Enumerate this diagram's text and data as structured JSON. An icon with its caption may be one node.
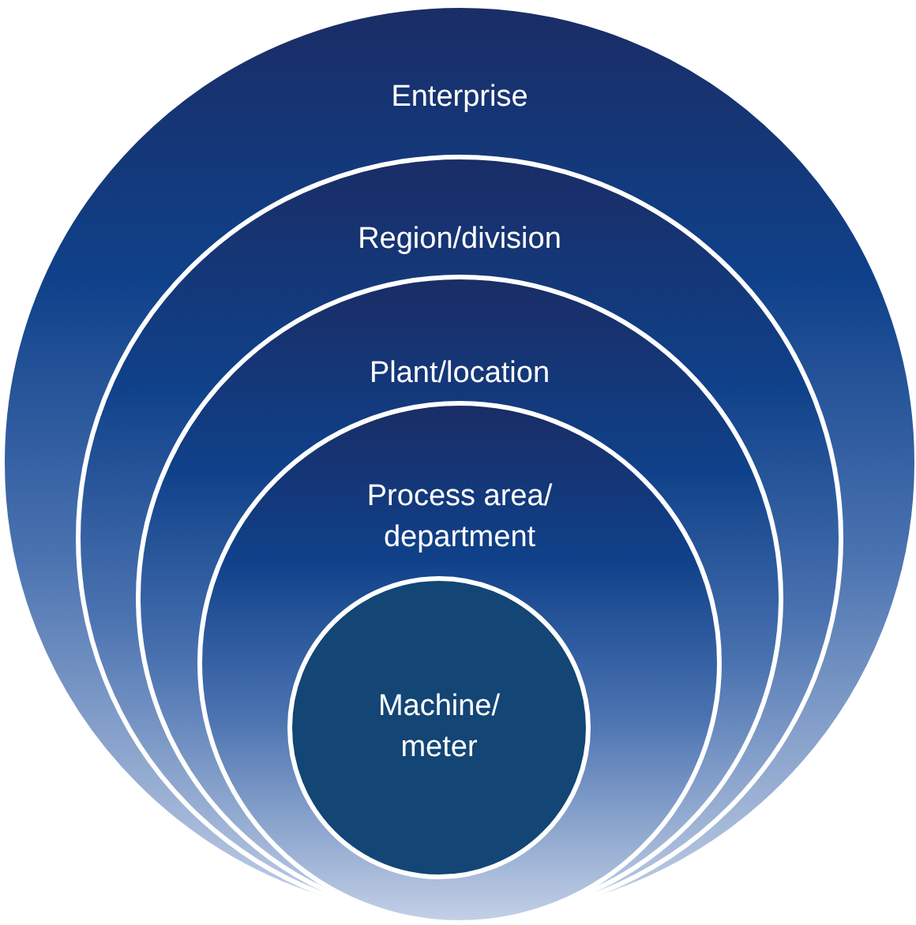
{
  "diagram": {
    "nodes": [
      {
        "text": [
          "Enterprise"
        ]
      },
      {
        "text": [
          "Region/division"
        ],
        "in": 0
      },
      {
        "text": [
          "Plant/location"
        ],
        "in": 1
      },
      {
        "text": [
          "Process area/ department"
        ],
        "in": 2
      },
      {
        "text": [
          "Machine/ meter"
        ],
        "in": 3
      }
    ]
  }
}
